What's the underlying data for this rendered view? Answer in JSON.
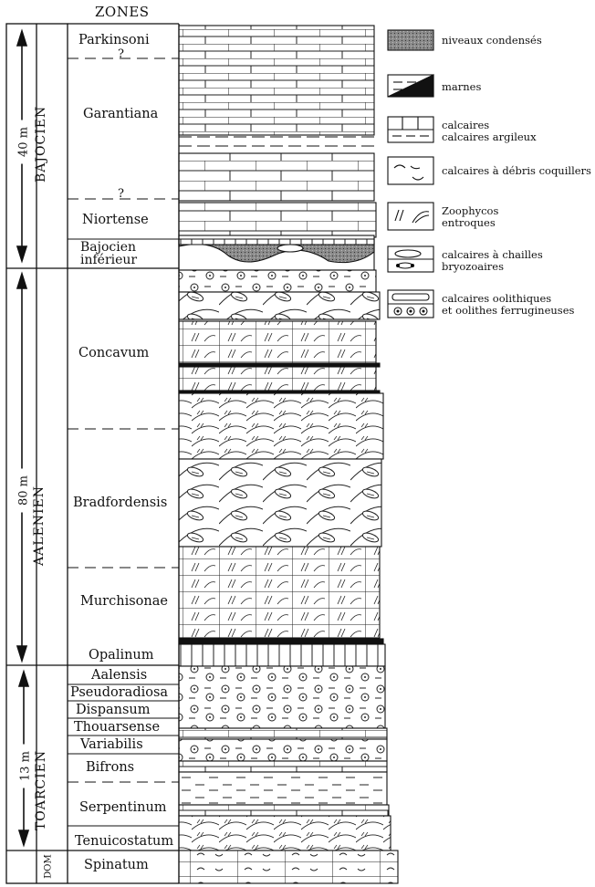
{
  "header": {
    "title": "ZONES"
  },
  "stages": [
    {
      "name": "BAJOCIEN",
      "thickness": "40 m"
    },
    {
      "name": "AALENIEN",
      "thickness": "80 m"
    },
    {
      "name": "TOARCIEN",
      "thickness": "13 m"
    },
    {
      "name": "DOM"
    }
  ],
  "zones": {
    "parkinsoni": "Parkinsoni",
    "garantiana": "Garantiana",
    "niortense": "Niortense",
    "bajocien_inf_1": "Bajocien",
    "bajocien_inf_2": "inférieur",
    "concavum": "Concavum",
    "bradfordensis": "Bradfordensis",
    "murchisonae": "Murchisonae",
    "opalinum": "Opalinum",
    "aalensis": "Aalensis",
    "pseudoradiosa": "Pseudoradiosa",
    "dispansum": "Dispansum",
    "thouarsense": "Thouarsense",
    "variabilis": "Variabilis",
    "bifrons": "Bifrons",
    "serpentinum": "Serpentinum",
    "tenuicostatum": "Tenuicostatum",
    "spinatum": "Spinatum"
  },
  "uncertain_mark": "?",
  "legend": [
    {
      "lines": [
        "niveaux condensés"
      ]
    },
    {
      "lines": [
        "marnes"
      ]
    },
    {
      "lines": [
        "calcaires",
        "calcaires argileux"
      ]
    },
    {
      "lines": [
        "calcaires à débris coquillers"
      ]
    },
    {
      "lines": [
        "Zoophycos",
        "entroques"
      ]
    },
    {
      "lines": [
        "calcaires à chailles",
        "bryozoaires"
      ]
    },
    {
      "lines": [
        "calcaires oolithiques",
        "et oolithes ferrugineuses"
      ]
    }
  ]
}
